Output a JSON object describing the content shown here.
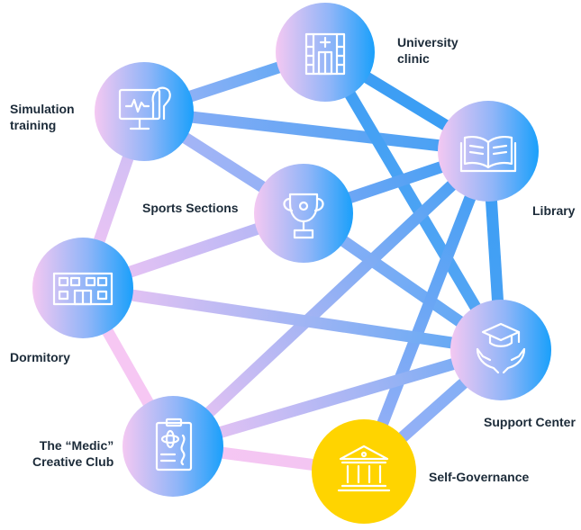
{
  "nodes": {
    "clinic": {
      "label": "University\nclinic",
      "icon": "hospital-icon"
    },
    "simulation": {
      "label": "Simulation\ntraining",
      "icon": "monitor-mannequin-icon"
    },
    "sports": {
      "label": "Sports Sections",
      "icon": "trophy-icon"
    },
    "library": {
      "label": "Library",
      "icon": "open-book-icon"
    },
    "dormitory": {
      "label": "Dormitory",
      "icon": "building-icon"
    },
    "support": {
      "label": "Support Center",
      "icon": "graduation-hands-icon"
    },
    "medic": {
      "label": "The “Medic”\nCreative Club",
      "icon": "clipboard-icon"
    },
    "selfgov": {
      "label": "Self-Governance",
      "icon": "institution-icon"
    }
  },
  "colors": {
    "gradient_start": "#f4c8f2",
    "gradient_end": "#1aa0fb",
    "highlight": "#ffd400",
    "edge_blue": "#55a6f4",
    "edge_pink": "#f7c6f1",
    "icon_stroke": "#ffffff",
    "label_text": "#1c2b39"
  }
}
